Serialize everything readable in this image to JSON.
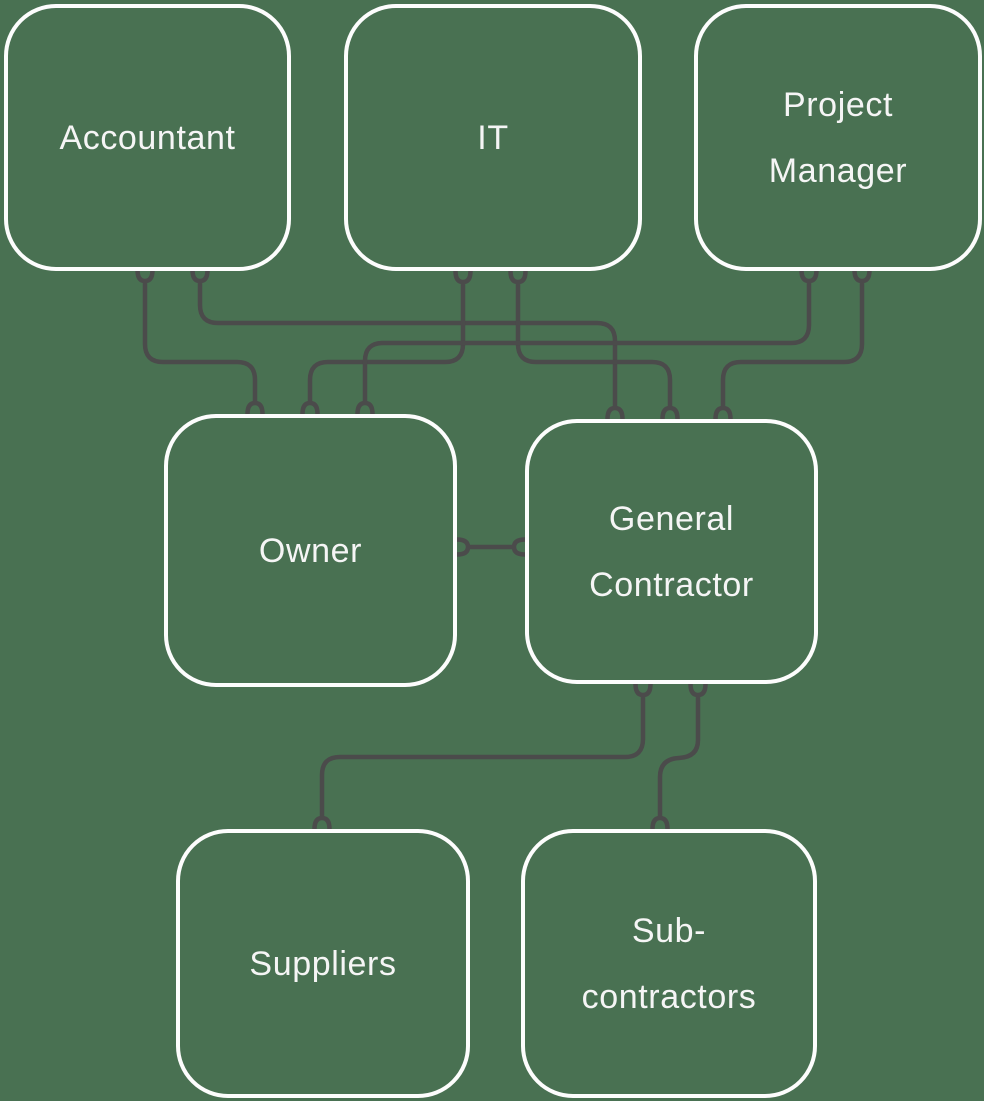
{
  "canvas": {
    "background_color": "#497152",
    "line_color": "#4b4b4b",
    "box_border_color": "#fdfdfd",
    "text_color": "#f5f5f5"
  },
  "nodes": [
    {
      "id": "accountant",
      "label": "Accountant"
    },
    {
      "id": "it",
      "label": "IT"
    },
    {
      "id": "project-manager",
      "label": "Project Manager"
    },
    {
      "id": "owner",
      "label": "Owner"
    },
    {
      "id": "general-contractor",
      "label": "General Contractor"
    },
    {
      "id": "suppliers",
      "label": "Suppliers"
    },
    {
      "id": "sub-contractors",
      "label": "Sub-contractors"
    }
  ],
  "edges": [
    {
      "from": "Accountant",
      "to": "Owner"
    },
    {
      "from": "Accountant",
      "to": "General Contractor"
    },
    {
      "from": "IT",
      "to": "Owner"
    },
    {
      "from": "IT",
      "to": "General Contractor"
    },
    {
      "from": "Project Manager",
      "to": "Owner"
    },
    {
      "from": "Project Manager",
      "to": "General Contractor"
    },
    {
      "from": "Owner",
      "to": "General Contractor"
    },
    {
      "from": "General Contractor",
      "to": "Suppliers"
    },
    {
      "from": "General Contractor",
      "to": "Sub-contractors"
    }
  ]
}
